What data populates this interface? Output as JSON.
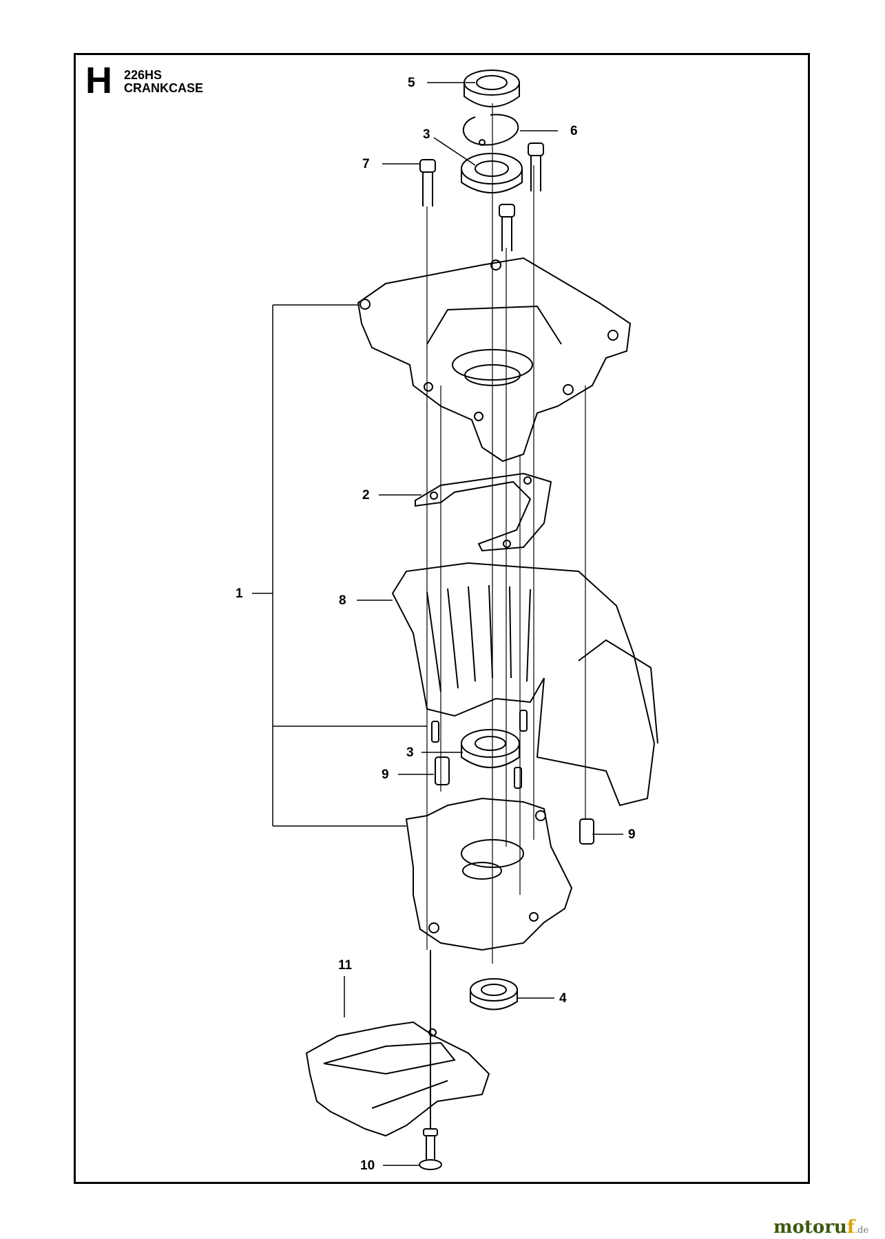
{
  "header": {
    "section_letter": "H",
    "model": "226HS",
    "assembly": "CRANKCASE"
  },
  "callouts": [
    {
      "id": "c1",
      "label": "1"
    },
    {
      "id": "c2",
      "label": "2"
    },
    {
      "id": "c3a",
      "label": "3"
    },
    {
      "id": "c3b",
      "label": "3"
    },
    {
      "id": "c4",
      "label": "4"
    },
    {
      "id": "c5",
      "label": "5"
    },
    {
      "id": "c6",
      "label": "6"
    },
    {
      "id": "c7",
      "label": "7"
    },
    {
      "id": "c8",
      "label": "8"
    },
    {
      "id": "c9a",
      "label": "9"
    },
    {
      "id": "c9b",
      "label": "9"
    },
    {
      "id": "c10",
      "label": "10"
    },
    {
      "id": "c11",
      "label": "11"
    }
  ],
  "watermark": {
    "brand_main": "motoru",
    "brand_accent": "f",
    "tld": ".de",
    "color": "#3d5a0e"
  }
}
